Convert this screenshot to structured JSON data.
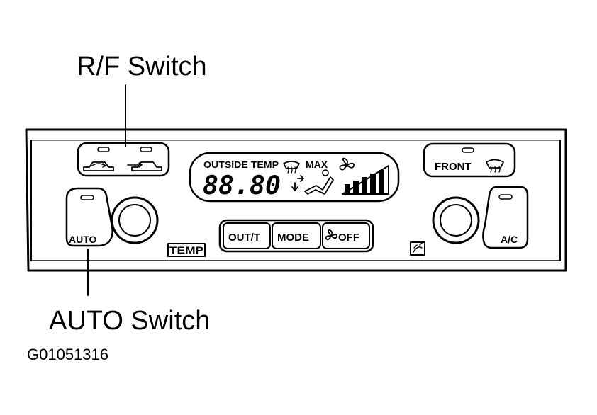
{
  "callouts": {
    "rf_switch": "R/F Switch",
    "auto_switch": "AUTO Switch"
  },
  "figure_id": "G01051316",
  "panel": {
    "display": {
      "outside_temp": "OUTSIDE TEMP",
      "max": "MAX",
      "readout": "88.80",
      "blower_bars": 5
    },
    "buttons": {
      "auto": "AUTO",
      "temp": "TEMP",
      "out_t": "OUT/T",
      "mode": "MODE",
      "off": "OFF",
      "front": "FRONT",
      "ac": "A/C"
    },
    "icons": {
      "recirc": "car-recirculation-icon",
      "fresh": "car-fresh-air-icon",
      "front_defrost": "front-defrost-icon",
      "fan": "fan-icon",
      "seat": "seat-occupant-icon",
      "sensor": "sun-sensor-icon"
    }
  }
}
